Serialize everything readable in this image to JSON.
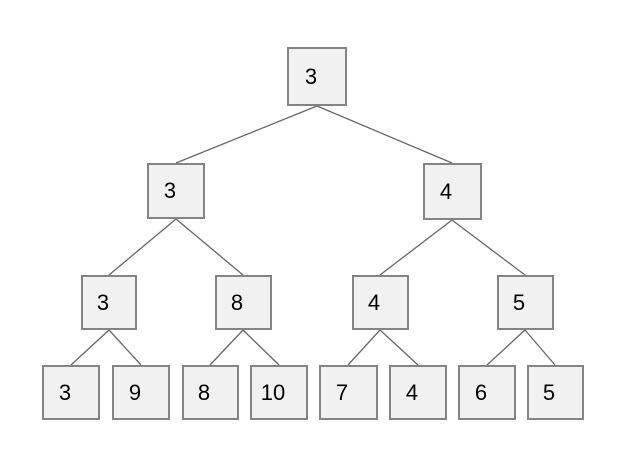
{
  "diagram": {
    "type": "binary-tree",
    "nodes": [
      {
        "id": "root",
        "value": "3",
        "level": 1
      },
      {
        "id": "l2-1",
        "value": "3",
        "level": 2
      },
      {
        "id": "l2-2",
        "value": "4",
        "level": 2
      },
      {
        "id": "l3-1",
        "value": "3",
        "level": 3
      },
      {
        "id": "l3-2",
        "value": "8",
        "level": 3
      },
      {
        "id": "l3-3",
        "value": "4",
        "level": 3
      },
      {
        "id": "l3-4",
        "value": "5",
        "level": 3
      },
      {
        "id": "leaf-1",
        "value": "3",
        "level": 4
      },
      {
        "id": "leaf-2",
        "value": "9",
        "level": 4
      },
      {
        "id": "leaf-3",
        "value": "8",
        "level": 4
      },
      {
        "id": "leaf-4",
        "value": "10",
        "level": 4
      },
      {
        "id": "leaf-5",
        "value": "7",
        "level": 4
      },
      {
        "id": "leaf-6",
        "value": "4",
        "level": 4
      },
      {
        "id": "leaf-7",
        "value": "6",
        "level": 4
      },
      {
        "id": "leaf-8",
        "value": "5",
        "level": 4
      }
    ],
    "edges": [
      [
        0,
        1
      ],
      [
        0,
        2
      ],
      [
        1,
        3
      ],
      [
        1,
        4
      ],
      [
        2,
        5
      ],
      [
        2,
        6
      ],
      [
        3,
        7
      ],
      [
        3,
        8
      ],
      [
        4,
        9
      ],
      [
        4,
        10
      ],
      [
        5,
        11
      ],
      [
        5,
        12
      ],
      [
        6,
        13
      ],
      [
        6,
        14
      ]
    ]
  },
  "style": {
    "background": "#ffffff",
    "node_fill": "#f1f1f1",
    "node_border": "#848484",
    "edge_color": "#666666",
    "text_color": "#000000"
  }
}
